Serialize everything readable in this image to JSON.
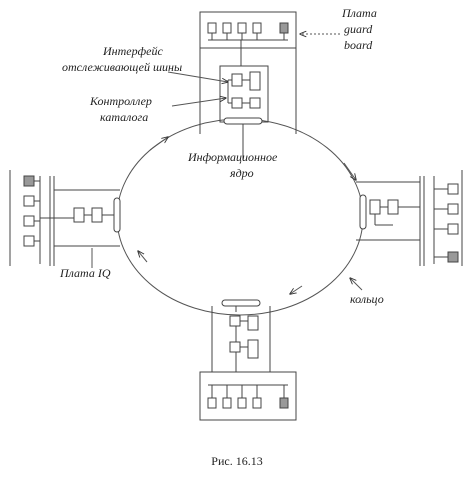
{
  "labels": {
    "guard_board_line1": "Плата",
    "guard_board_line2": "guard",
    "guard_board_line3": "board",
    "interface_line1": "Интерфейс",
    "interface_line2": "отслеживающей шины",
    "controller_line1": "Контроллер",
    "controller_line2": "каталога",
    "info_core_line1": "Информационное",
    "info_core_line2": "ядро",
    "io_board": "Плата IQ",
    "ring": "кольцо"
  },
  "caption": "Рис. 16.13"
}
